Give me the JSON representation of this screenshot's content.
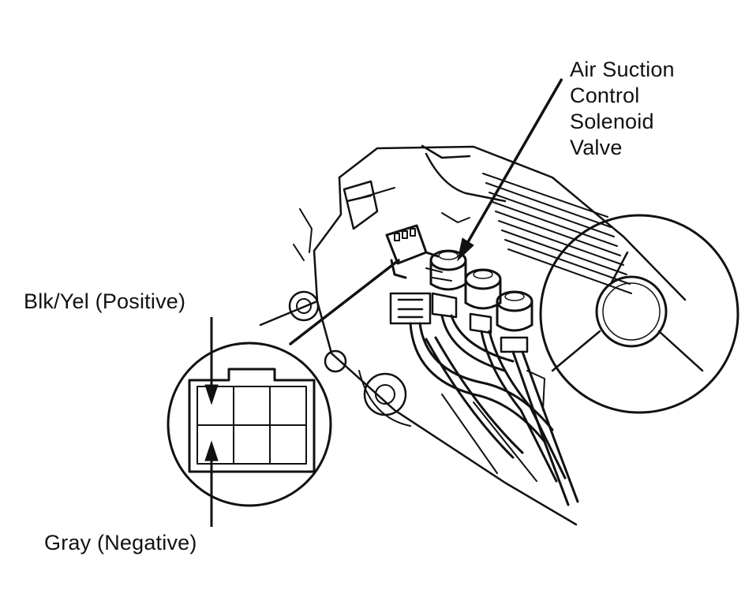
{
  "labels": {
    "air_suction_line1": "Air Suction",
    "air_suction_line2": "Control",
    "air_suction_line3": "Solenoid",
    "air_suction_line4": "Valve",
    "positive": "Blk/Yel (Positive)",
    "negative": "Gray (Negative)"
  },
  "colors": {
    "ink": "#111111",
    "paper": "#ffffff"
  }
}
